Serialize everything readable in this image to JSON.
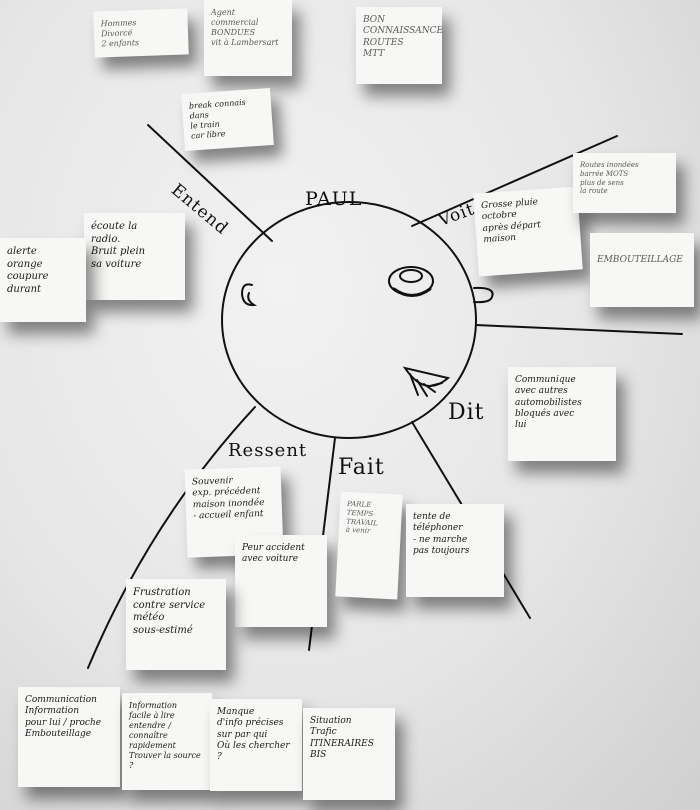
{
  "figure": {
    "persona_name": "PAUL",
    "sections": {
      "hears": "Entend",
      "sees": "Voit",
      "feels": "Ressent",
      "does": "Fait",
      "says": "Dit"
    }
  },
  "notes": {
    "n1": "Hommes\nDivorcé\n2 enfants",
    "n2": "Agent\ncommercial\nBONDUES\nvit à Lambersart",
    "n3": "BON\nCONNAISSANCE\nROUTES\nMTT",
    "n4": "break connais\ndans\nle train\ncar libre",
    "n5": "écoute la\nradio.\nBruit plein\nsa voiture",
    "n6": "alerte\norange\ncoupure\ndurant",
    "n7": "Grosse pluie\noctobre\naprès départ\nmaison",
    "n8": "Routes inondées\nbarrée MOTS\nplus de sens\nla route",
    "n9": "EMBOUTEILLAGE",
    "n10": "Communique\navec autres\nautomobilistes\nbloqués avec\nlui",
    "n11": "Souvenir\nexp. précédent\nmaison inondée\n- accueil enfant",
    "n12": "Peur accident\navec voiture",
    "n13": "Frustration\ncontre service\nmétéo\nsous-estimé",
    "n14": "PARLE\nTEMPS TRAVAIL\nà venir",
    "n15": "tente de\ntéléphoner\n- ne marche\npas toujours",
    "n16": "Communication\nInformation\npour lui / proche\nEmbouteillage",
    "n17": "Information\nfacile à lire\nentendre / connaître\nrapidement\nTrouver la source ?",
    "n18": "Manque\nd'info précises\nsur par qui\nOù les chercher ?",
    "n19": "Situation\nTrafic\nITINERAIRES\nBIS"
  }
}
